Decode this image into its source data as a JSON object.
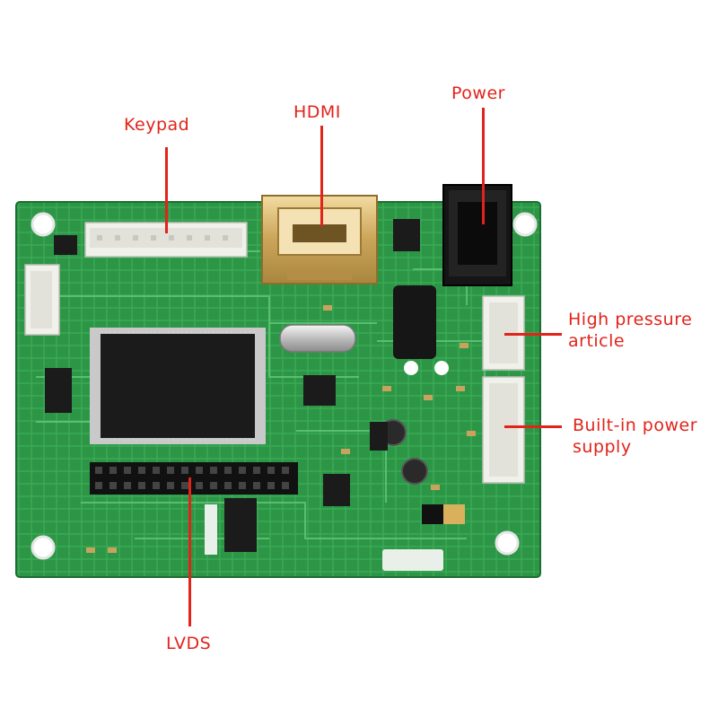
{
  "labels": {
    "keypad": "Keypad",
    "hdmi": "HDMI",
    "power": "Power",
    "high_pressure_line1": "High pressure",
    "high_pressure_line2": "article",
    "builtin_power_line1": "Built-in power",
    "builtin_power_line2": "supply",
    "lvds": "LVDS"
  },
  "colors": {
    "label": "#e2231a",
    "pcb_green": "#2f9a4a",
    "pcb_dark": "#1f7a36",
    "trace": "#5cc06e",
    "chip": "#1b1b1b",
    "connector_white": "#f1f1ec",
    "hdmi_gold": "#d8b46a"
  }
}
